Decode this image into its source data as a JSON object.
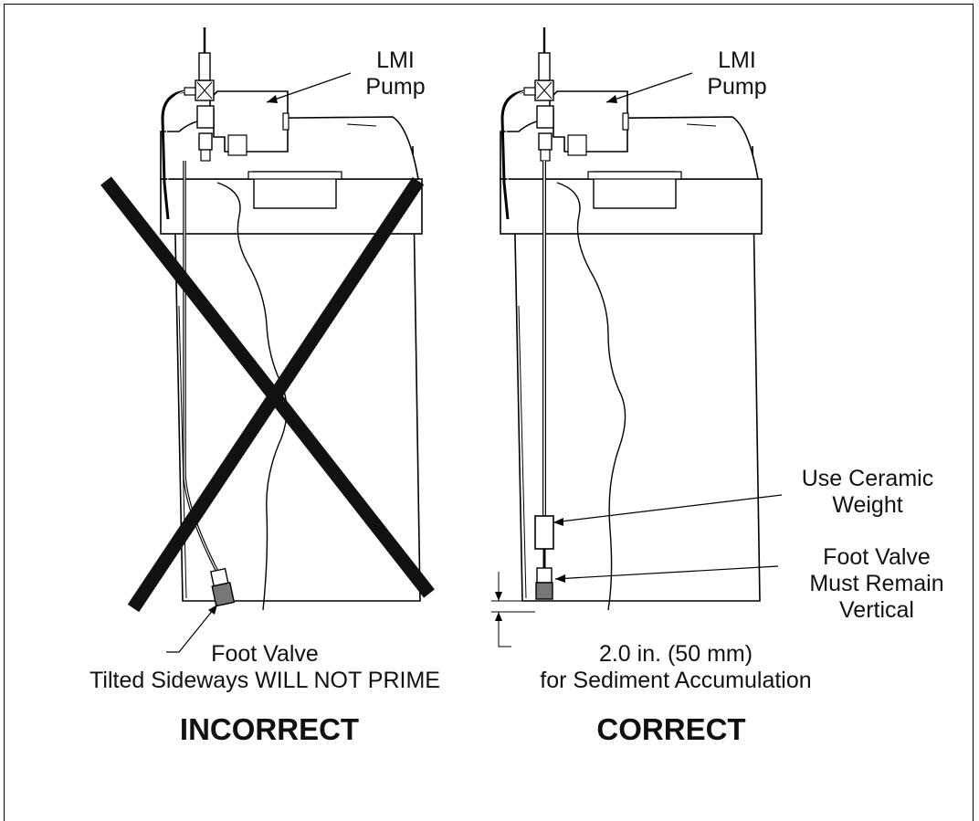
{
  "left_panel": {
    "pump_label": [
      "LMI",
      "Pump"
    ],
    "foot_valve_note": [
      "Foot Valve",
      "Tilted Sideways WILL NOT PRIME"
    ],
    "verdict": "INCORRECT"
  },
  "right_panel": {
    "pump_label": [
      "LMI",
      "Pump"
    ],
    "weight_label": [
      "Use Ceramic",
      "Weight"
    ],
    "foot_valve_label": [
      "Foot Valve",
      "Must Remain",
      "Vertical"
    ],
    "clearance_note": [
      "2.0 in. (50 mm)",
      "for Sediment Accumulation"
    ],
    "verdict": "CORRECT"
  }
}
